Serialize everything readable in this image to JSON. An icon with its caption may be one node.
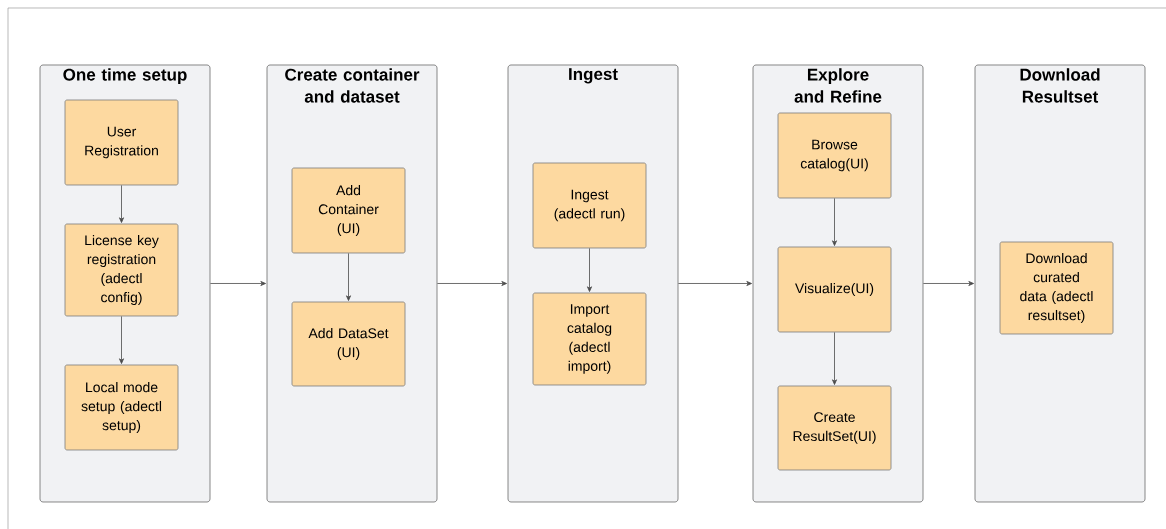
{
  "diagram": {
    "nodes": [
      {
        "text": [
          "One time setup"
        ]
      },
      {
        "text": [
          "User Registration"
        ],
        "in": 0
      },
      {
        "text": [
          "License key registration (adectl config)"
        ],
        "in": 0
      },
      {
        "text": [
          "Local mode setup (adectl setup)"
        ],
        "in": 0
      },
      {
        "text": [
          "Create container and dataset"
        ]
      },
      {
        "text": [
          "Add Container (UI)"
        ],
        "in": 4
      },
      {
        "text": [
          "Add DataSet (UI)"
        ],
        "in": 4
      },
      {
        "text": [
          "Ingest"
        ]
      },
      {
        "text": [
          "Ingest (adectl run)"
        ],
        "in": 7
      },
      {
        "text": [
          "Import catalog (adectl import)"
        ],
        "in": 7
      },
      {
        "text": [
          "Explore and Refine"
        ]
      },
      {
        "text": [
          "Browse catalog(UI)"
        ],
        "in": 10
      },
      {
        "text": [
          "Visualize(UI)"
        ],
        "in": 10
      },
      {
        "text": [
          "Create ResultSet(UI)"
        ],
        "in": 10
      },
      {
        "text": [
          "Download Resultset"
        ]
      },
      {
        "text": [
          "Download curated data (adectl resultset)"
        ],
        "in": 14
      }
    ],
    "edges": [
      {
        "from": 1,
        "to": 2,
        "arrow": "to"
      },
      {
        "from": 2,
        "to": 3,
        "arrow": "to"
      },
      {
        "from": 0,
        "to": 4,
        "arrow": "to"
      },
      {
        "from": 5,
        "to": 6,
        "arrow": "to"
      },
      {
        "from": 4,
        "to": 7,
        "arrow": "to"
      },
      {
        "from": 8,
        "to": 9,
        "arrow": "to"
      },
      {
        "from": 7,
        "to": 10,
        "arrow": "to"
      },
      {
        "from": 11,
        "to": 12,
        "arrow": "to"
      },
      {
        "from": 12,
        "to": 13,
        "arrow": "to"
      },
      {
        "from": 10,
        "to": 14,
        "arrow": "to"
      }
    ]
  }
}
